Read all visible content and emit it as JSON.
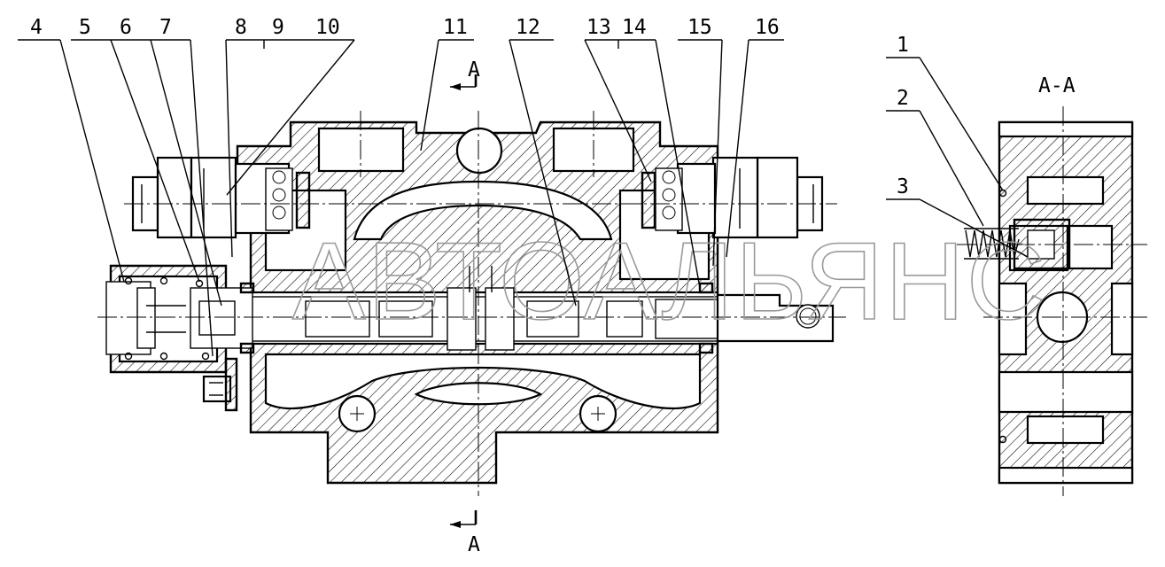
{
  "callouts": {
    "c1": "1",
    "c2": "2",
    "c3": "3",
    "c4": "4",
    "c5": "5",
    "c6": "6",
    "c7": "7",
    "c8": "8",
    "c9": "9",
    "c10": "10",
    "c11": "11",
    "c12": "12",
    "c13": "13",
    "c14": "14",
    "c15": "15",
    "c16": "16"
  },
  "section": {
    "title": "A-A",
    "marker_top": "A",
    "marker_bottom": "A"
  },
  "watermark": "АВТОАЛЬЯНС"
}
